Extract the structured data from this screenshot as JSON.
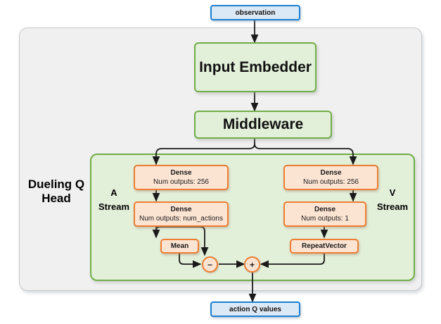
{
  "diagram": {
    "title_label": "Dueling Q Head",
    "io": {
      "input": "observation",
      "output": "action Q values"
    },
    "modules": {
      "embedder": "Input Embedder",
      "middleware": "Middleware"
    },
    "streams": {
      "advantage_label_line1": "A",
      "advantage_label_line2": "Stream",
      "value_label_line1": "V",
      "value_label_line2": "Stream"
    },
    "head_label_line1": "Dueling Q",
    "head_label_line2": "Head",
    "a_stream": {
      "dense1_title": "Dense",
      "dense1_sub": "Num outputs: 256",
      "dense2_title": "Dense",
      "dense2_sub": "Num outputs: num_actions",
      "mean": "Mean"
    },
    "v_stream": {
      "dense1_title": "Dense",
      "dense1_sub": "Num outputs: 256",
      "dense2_title": "Dense",
      "dense2_sub": "Num outputs: 1",
      "repeat_vector": "RepeatVector"
    },
    "operations": {
      "subtract": "−",
      "add": "+"
    },
    "colors": {
      "io_fill": "#dbe8f5",
      "io_stroke": "#1a7fd4",
      "module_fill": "#e2efd9",
      "module_stroke": "#70ad47",
      "layer_fill": "#fce4d3",
      "layer_stroke": "#ed7d31",
      "container_fill": "#f0f0f0",
      "container_stroke": "#c8c8c8",
      "wire": "#000000"
    }
  }
}
